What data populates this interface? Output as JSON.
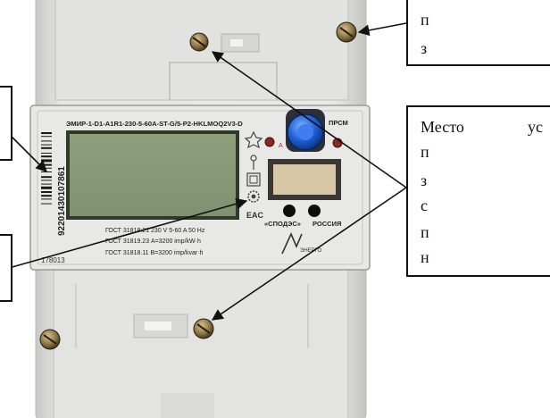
{
  "meter": {
    "model": "ЭМИР-1-D1-A1R1-230-5-60A-ST-G/5-P2-HKLMOQ2V3-D",
    "serial": "92201430107861",
    "serial_bottom": "178013",
    "optical_port_label": "ПРСМ",
    "brand": "«СПОДЭС»",
    "country": "РОССИЯ",
    "specs": [
      "ГОСТ 31818.21  230 V  5-60 A  50 Hz",
      "ГОСТ 31819.23  A=3200 imp/kW·h",
      "ГОСТ 31818.11    B=3200 imp/kvar·h"
    ],
    "eac_mark": "EAC",
    "logo_text": "ЭНЕРГО"
  },
  "callouts": {
    "top": {
      "lines": [
        "п",
        "з"
      ]
    },
    "right": {
      "lines": [
        "Место",
        "ус",
        "п",
        "з",
        "с",
        "п",
        "н"
      ]
    }
  },
  "colors": {
    "housing": "#e4e4e2",
    "lcd": "#8fa07a",
    "seal": "#1f5fd6",
    "arrow": "#111111"
  }
}
